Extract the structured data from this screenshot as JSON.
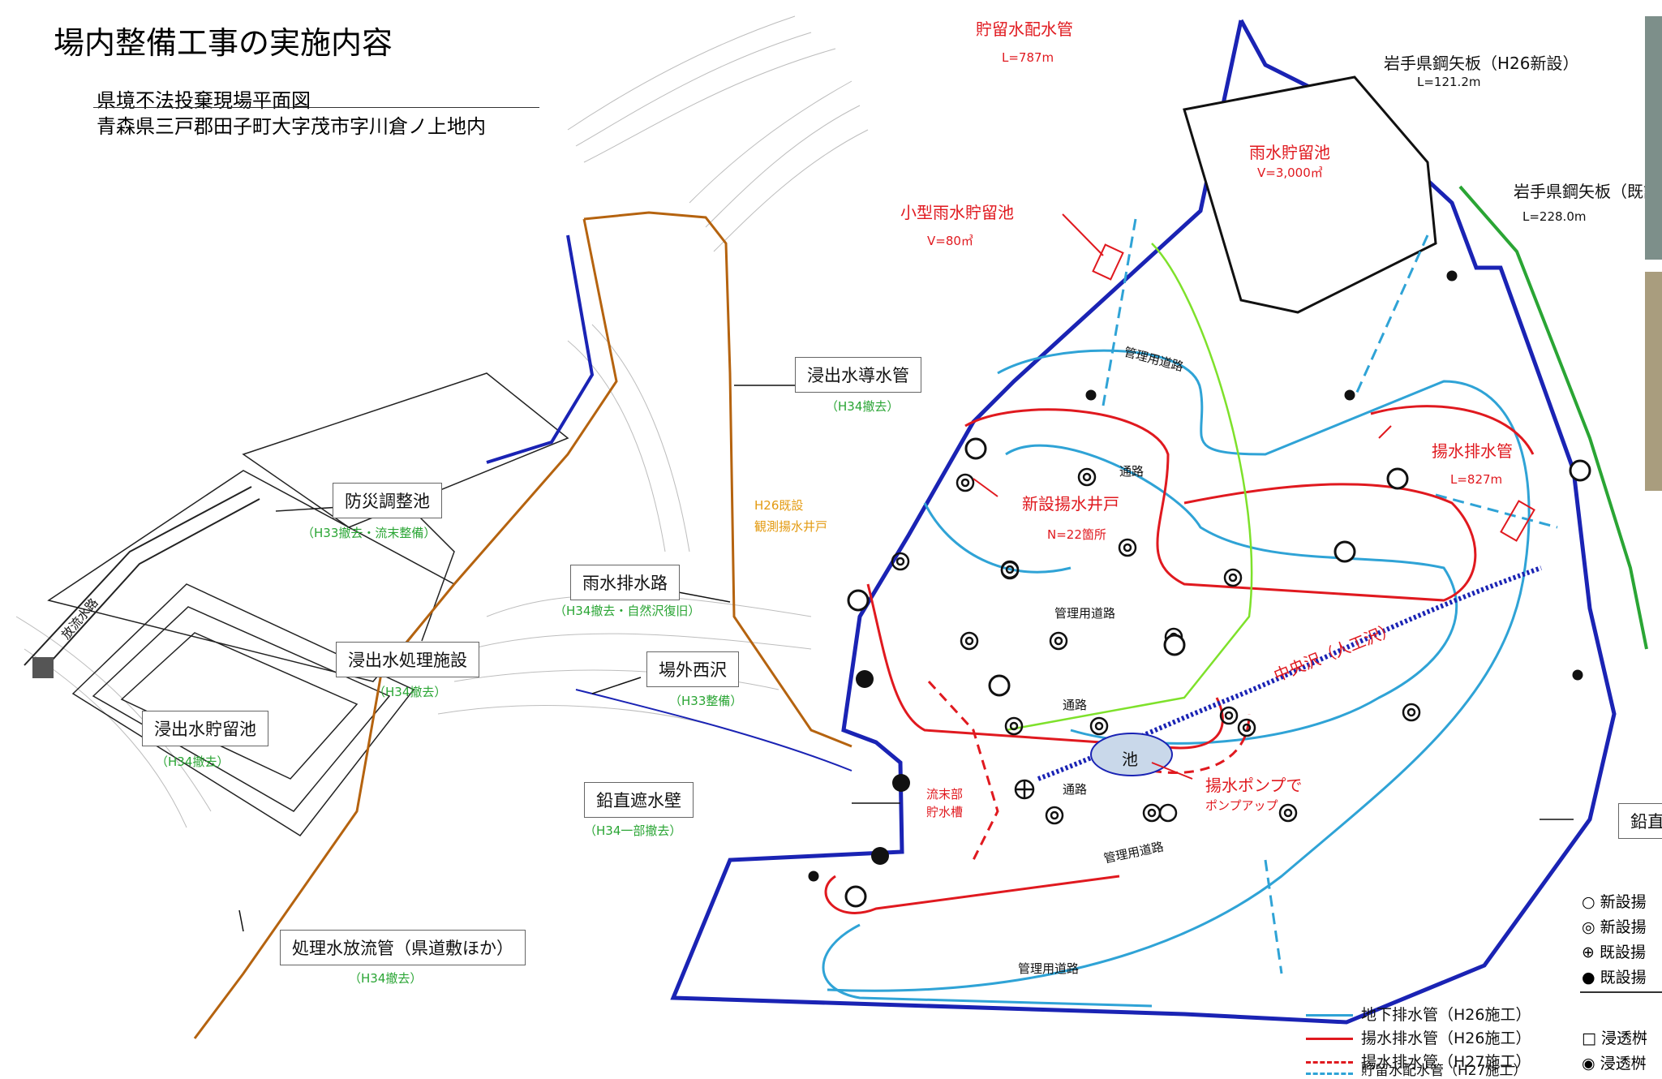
{
  "title": "場内整備工事の実施内容",
  "subtitle1": "県境不法投棄現場平面図",
  "subtitle2": "青森県三戸郡田子町大字茂市字川倉ノ上地内",
  "labels": {
    "storage_pipe": "貯留水配水管",
    "storage_pipe_len": "L=787m",
    "iwate_new": "岩手県鋼矢板（H26新設）",
    "iwate_new_len": "L=121.2m",
    "iwate_old": "岩手県鋼矢板（既設）",
    "iwate_old_len": "L=228.0m",
    "rain_pond": "雨水貯留池",
    "rain_pond_v": "V=3,000㎥",
    "small_pond": "小型雨水貯留池",
    "small_pond_v": "V=80㎥",
    "mgmt_road": "管理用道路",
    "road": "通路",
    "new_well": "新設揚水井戸",
    "new_well_n": "N=22箇所",
    "pump_pipe": "揚水排水管",
    "pump_pipe_len": "L=827m",
    "central": "中央沢（人工沢）",
    "pond": "池",
    "pump_up": "揚水ポンプで",
    "pump_up2": "ポンプアップ",
    "terminal": "流末部",
    "terminal2": "貯水槽",
    "orange_h26": "H26既設",
    "orange_well": "観測揚水井戸",
    "leach_conduit": "浸出水導水管",
    "leach_conduit_note": "（H34撤去）",
    "disaster_pond": "防災調整池",
    "disaster_pond_note": "（H33撤去・流末整備）",
    "rain_channel": "雨水排水路",
    "rain_channel_note": "（H34撤去・自然沢復旧）",
    "leach_facility": "浸出水処理施設",
    "leach_facility_note": "（H34撤去）",
    "west_valley": "場外西沢",
    "west_valley_note": "（H33整備）",
    "leach_storage": "浸出水貯留池",
    "leach_storage_note": "（H34撤去）",
    "cutoff_wall": "鉛直遮水壁",
    "cutoff_wall_note": "（H34一部撤去）",
    "discharge": "処理水放流管（県道敷ほか）",
    "discharge_note": "（H34撤去）",
    "outflow": "放流水路",
    "cutoff_right": "鉛直"
  },
  "legend": [
    {
      "label": "地下排水管（H26施工）",
      "color": "#2fa3d6",
      "style": "solid"
    },
    {
      "label": "揚水排水管（H26施工）",
      "color": "#e0191f",
      "style": "solid"
    },
    {
      "label": "揚水排水管（H27施工）",
      "color": "#e0191f",
      "style": "dashed"
    },
    {
      "label": "貯留水配水管（H27施工）",
      "color": "#2fa3d6",
      "style": "dashed"
    }
  ],
  "symbols": [
    {
      "glyph": "○",
      "label": "新設揚"
    },
    {
      "glyph": "◎",
      "label": "新設揚"
    },
    {
      "glyph": "⊕",
      "label": "既設揚"
    },
    {
      "glyph": "●",
      "label": "既設揚"
    }
  ],
  "symbols2": [
    {
      "glyph": "□",
      "label": "浸透桝"
    },
    {
      "glyph": "◉",
      "label": "浸透桝"
    }
  ],
  "colors": {
    "blue": "#1a23b4",
    "orange": "#b5630f",
    "red": "#e0191f",
    "cyan": "#2fa3d6",
    "green": "#2aa534",
    "lime": "#7ee12b"
  }
}
